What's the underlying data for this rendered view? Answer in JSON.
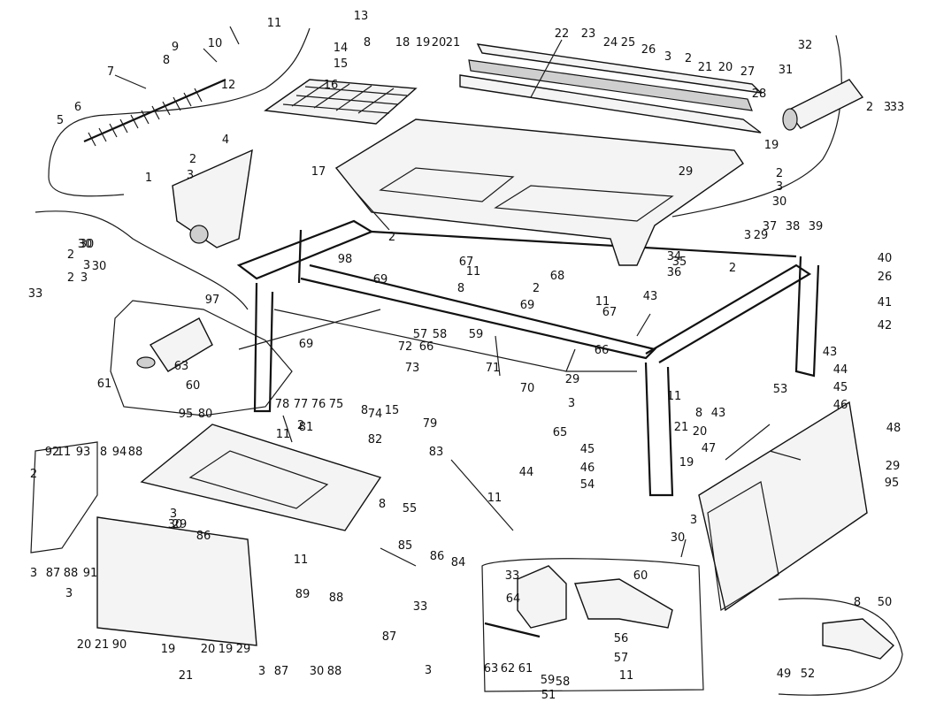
{
  "part_numbers": [
    "10",
    "11",
    "13",
    "14",
    "15",
    "8",
    "9",
    "8",
    "12",
    "7",
    "5",
    "6",
    "1",
    "2",
    "3",
    "4",
    "16",
    "18",
    "19",
    "20",
    "21",
    "17",
    "22",
    "23",
    "24",
    "25",
    "26",
    "3",
    "2",
    "21",
    "20",
    "27",
    "28",
    "19",
    "2",
    "3",
    "30",
    "29",
    "31",
    "32",
    "2",
    "3",
    "33",
    "30",
    "3",
    "2",
    "97",
    "30",
    "33",
    "2",
    "3",
    "30",
    "98",
    "2",
    "67",
    "11",
    "8",
    "69",
    "57",
    "58",
    "59",
    "68",
    "2",
    "69",
    "11",
    "43",
    "36",
    "67",
    "71",
    "35",
    "34",
    "66",
    "70",
    "37",
    "38",
    "39",
    "29",
    "3",
    "2",
    "40",
    "26",
    "41",
    "42",
    "43",
    "44",
    "45",
    "46",
    "53",
    "63",
    "60",
    "61",
    "69",
    "72",
    "66",
    "73",
    "78",
    "77",
    "76",
    "75",
    "8",
    "15",
    "74",
    "79",
    "11",
    "2",
    "29",
    "3",
    "65",
    "44",
    "45",
    "46",
    "54",
    "21",
    "11",
    "8",
    "43",
    "20",
    "19",
    "47",
    "48",
    "29",
    "95",
    "95",
    "80",
    "81",
    "82",
    "83",
    "11",
    "8",
    "55",
    "30",
    "3",
    "29",
    "92",
    "11",
    "93",
    "8",
    "94",
    "88",
    "2",
    "3",
    "30",
    "86",
    "11",
    "85",
    "84",
    "86",
    "33",
    "3",
    "87",
    "88",
    "91",
    "3",
    "19",
    "20",
    "21",
    "90",
    "21",
    "20",
    "19",
    "29",
    "3",
    "87",
    "88",
    "89",
    "30",
    "88",
    "87",
    "3",
    "33",
    "64",
    "63",
    "62",
    "61",
    "60",
    "56",
    "57",
    "58",
    "59",
    "11",
    "8",
    "50",
    "49",
    "52",
    "51"
  ]
}
